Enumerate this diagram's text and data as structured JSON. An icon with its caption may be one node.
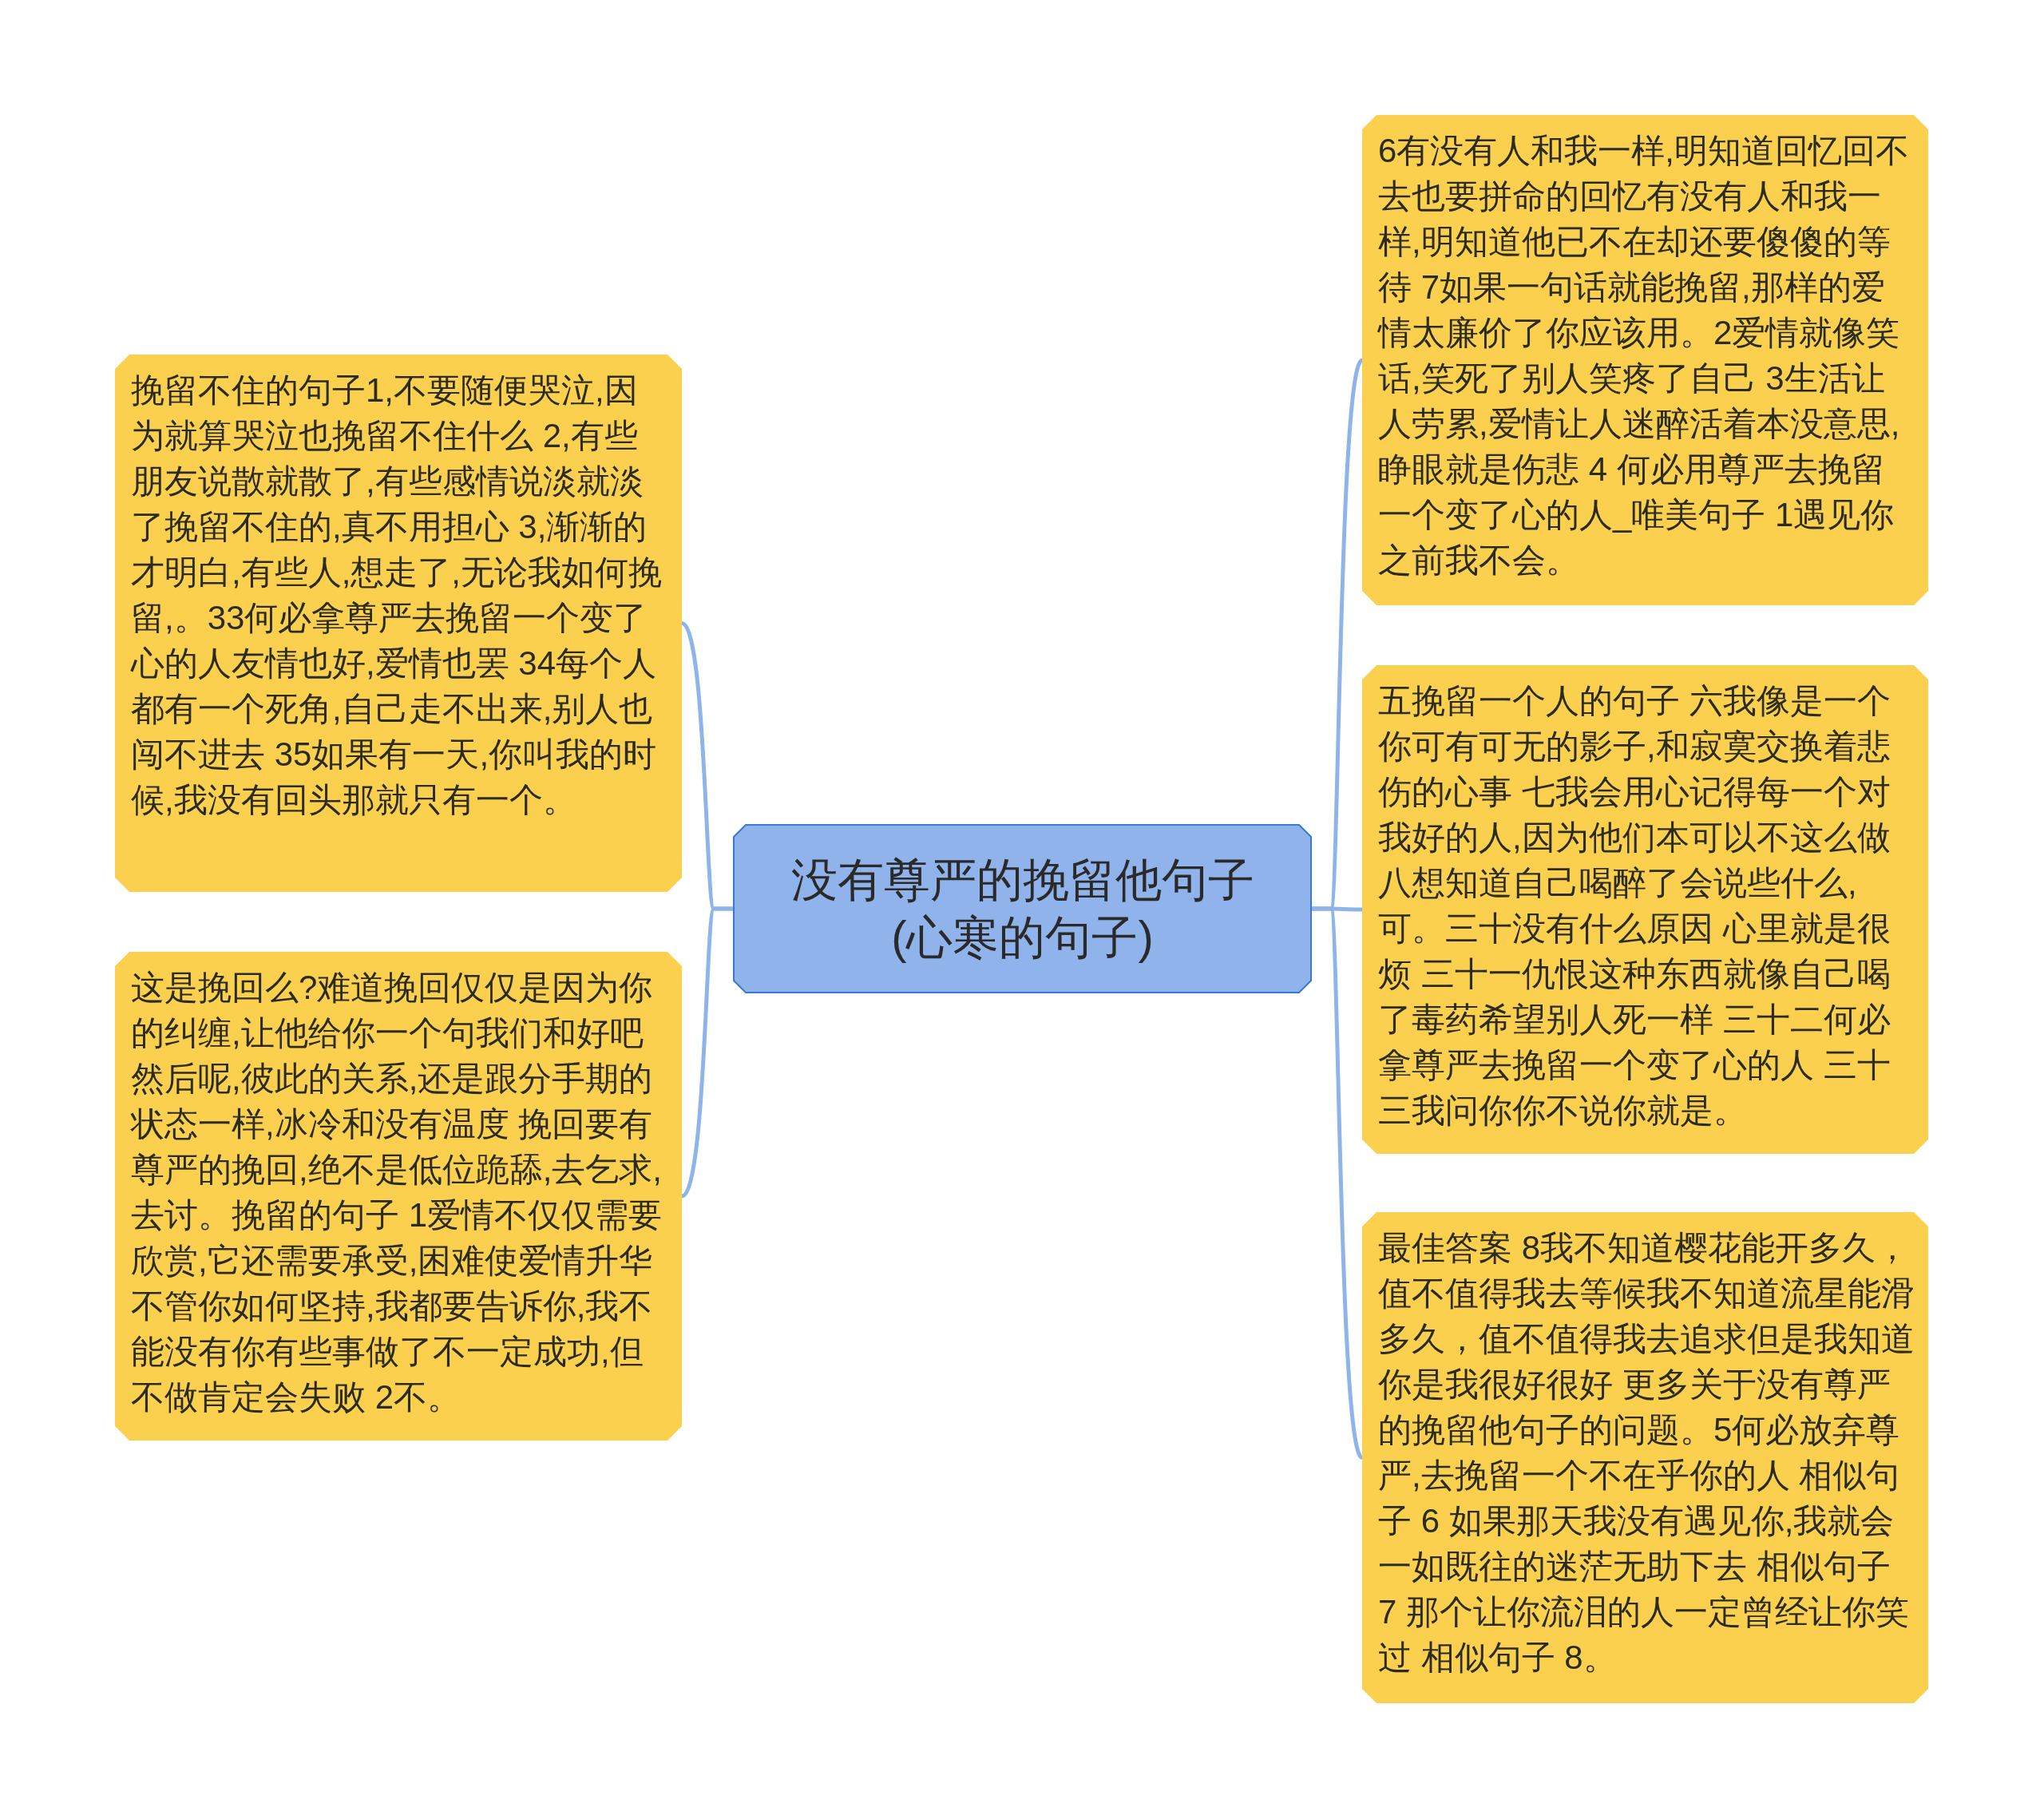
{
  "diagram": {
    "nodes": [
      {
        "text": [
          "没有尊严的挽留他句子(心寒的句子)"
        ]
      },
      {
        "text": [
          "挽留不住的句子1,不要随便哭泣,因为就算哭泣也挽留不住什么 2,有些朋友说散就散了,有些感情说淡就淡了挽留不住的,真不用担心 3,渐渐的才明白,有些人,想走了,无论我如何挽留,。33何必拿尊严去挽留一个变了心的人友情也好,爱情也罢 34每个人都有一个死角,自己走不出来,别人也闯不进去 35如果有一天,你叫我的时候,我没有回头那就只有一个。"
        ]
      },
      {
        "text": [
          "这是挽回么?难道挽回仅仅是因为你的纠缠,让他给你一个句我们和好吧然后呢,彼此的关系,还是跟分手期的状态一样,冰冷和没有温度 挽回要有尊严的挽回,绝不是低位跪舔,去乞求,去讨。挽留的句子 1爱情不仅仅需要欣赏,它还需要承受,困难使爱情升华不管你如何坚持,我都要告诉你,我不能没有你有些事做了不一定成功,但不做肯定会失败 2不。"
        ]
      },
      {
        "text": [
          "6有没有人和我一样,明知道回忆回不去也要拼命的回忆有没有人和我一样,明知道他已不在却还要傻傻的等待 7如果一句话就能挽留,那样的爱情太廉价了你应该用。2爱情就像笑话,笑死了别人笑疼了自己 3生活让人劳累,爱情让人迷醉活着本没意思,睁眼就是伤悲 4 何必用尊严去挽留一个变了心的人_唯美句子 1遇见你之前我不会。"
        ]
      },
      {
        "text": [
          "五挽留一个人的句子 六我像是一个你可有可无的影子,和寂寞交换着悲伤的心事 七我会用心记得每一个对我好的人,因为他们本可以不这么做八想知道自己喝醉了会说些什么,可。三十没有什么原因 心里就是很烦 三十一仇恨这种东西就像自己喝了毒药希望别人死一样 三十二何必拿尊严去挽留一个变了心的人 三十三我问你你不说你就是。"
        ]
      },
      {
        "text": [
          "最佳答案 8我不知道樱花能开多久，值不值得我去等候我不知道流星能滑多久，值不值得我去追求但是我知道你是我很好很好 更多关于没有尊严的挽留他句子的问题。5何必放弃尊严,去挽留一个不在乎你的人 相似句子 6 如果那天我没有遇见你,我就会一如既往的迷茫无助下去 相似句子 7 那个让你流泪的人一定曾经让你笑过 相似句子 8。"
        ]
      }
    ],
    "edges": [
      {
        "from": 0,
        "to": 1,
        "arrow": "none"
      },
      {
        "from": 0,
        "to": 2,
        "arrow": "none"
      },
      {
        "from": 0,
        "to": 3,
        "arrow": "none"
      },
      {
        "from": 0,
        "to": 4,
        "arrow": "none"
      },
      {
        "from": 0,
        "to": 5,
        "arrow": "none"
      }
    ]
  }
}
